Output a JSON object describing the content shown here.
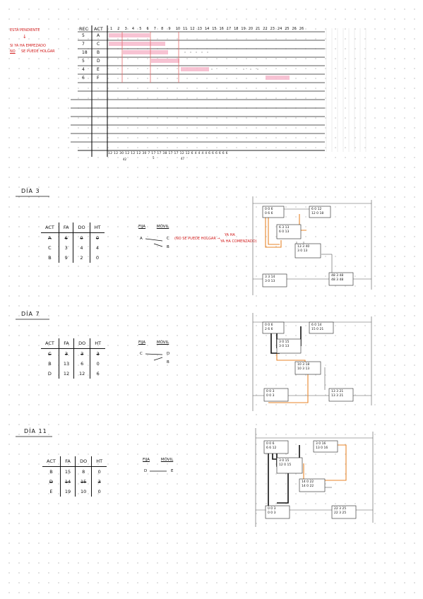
{
  "notes": {
    "n1": "ESTÁ PENDIENTE",
    "n2": "↓",
    "n3": "SI YA HA EMPEZADO",
    "n4": "NO",
    "n5": "SE PUEDE HOLGAR"
  },
  "gantt": {
    "head_rec": "REC",
    "head_act": "ACT",
    "days": [
      "1",
      "2",
      "3",
      "4",
      "5",
      "6",
      "7",
      "8",
      "9",
      "10",
      "11",
      "12",
      "13",
      "14",
      "15",
      "16",
      "17",
      "18",
      "19",
      "20",
      "21",
      "22",
      "23",
      "24",
      "25",
      "26",
      "26"
    ],
    "rows": [
      {
        "rec": "5",
        "act": "A"
      },
      {
        "rec": "7",
        "act": "C"
      },
      {
        "rec": "18",
        "act": "B"
      },
      {
        "rec": "5",
        "act": "D"
      },
      {
        "rec": "4",
        "act": "E"
      },
      {
        "rec": "6",
        "act": "F"
      }
    ],
    "totals": "12 12 30 12 12 12 30 7 17 17 38 17 17 12 12 6 4 4 4 4 6 6 6 6 6 6",
    "total_note1": "42",
    "total_note2": "5",
    "total_note3": "47"
  },
  "days_sections": [
    {
      "title": "DÍA 3",
      "headers": [
        "ACT",
        "FA",
        "DO",
        "HT"
      ],
      "rows": [
        [
          "A",
          "6",
          "0",
          "0"
        ],
        [
          "C",
          "3",
          "4",
          "4"
        ],
        [
          "B",
          "9",
          "2",
          "0"
        ]
      ],
      "fija": "FIJA",
      "movil": "MÓVIL",
      "left": "A",
      "right1": "C",
      "right2": "B",
      "comment1": "(NO SE PUEDE HOLGAR →",
      "comment2": "YA HA COMENZADO)",
      "comment_top": "YA HA"
    },
    {
      "title": "DÍA 7",
      "headers": [
        "ACT",
        "FA",
        "DO",
        "HT"
      ],
      "rows": [
        [
          "C",
          "3",
          "3",
          "3"
        ],
        [
          "B",
          "13",
          "6",
          "0"
        ],
        [
          "D",
          "12",
          "12",
          "6"
        ]
      ],
      "fija": "FIJA",
      "movil": "MÓVIL",
      "left": "C",
      "right1": "D",
      "right2": "B"
    },
    {
      "title": "DÍA 11",
      "headers": [
        "ACT",
        "FA",
        "DO",
        "HT"
      ],
      "rows": [
        [
          "B",
          "15",
          "8",
          "0"
        ],
        [
          "D",
          "14",
          "15",
          "3"
        ],
        [
          "E",
          "19",
          "10",
          "0"
        ]
      ],
      "fija": "FIJA",
      "movil": "MÓVIL",
      "left": "D",
      "right1": "E"
    }
  ],
  "networks": [
    {
      "nodes": [
        [
          "0 0 6",
          "0 6 6"
        ],
        [
          "6 0 12",
          "12 0 18"
        ],
        [
          "6 3 13",
          "6 0 13"
        ],
        [
          "13 3 40",
          "3 0 13"
        ],
        [
          "3 3 14",
          "3 0 13"
        ],
        [
          "48 3 48",
          "48 3 48"
        ]
      ]
    },
    {
      "nodes": [
        [
          "0 0 6",
          "2 6 6"
        ],
        [
          "6 0 14",
          "15 0 21"
        ],
        [
          "3 0 15",
          "3 0 13"
        ],
        [
          "10 3 18",
          "10 3 13"
        ],
        [
          "0 0 3",
          "0 0 3"
        ],
        [
          "13 3 21",
          "13 3 21"
        ]
      ]
    },
    {
      "nodes": [
        [
          "0 0 6",
          "6 6 12"
        ],
        [
          "3 0 16",
          "13 0 16"
        ],
        [
          "3 0 15",
          "12 0 15"
        ],
        [
          "14 0 22",
          "14 0 22"
        ],
        [
          "0 0 3",
          "0 0 3"
        ],
        [
          "22 3 25",
          "22 3 25"
        ]
      ]
    }
  ]
}
